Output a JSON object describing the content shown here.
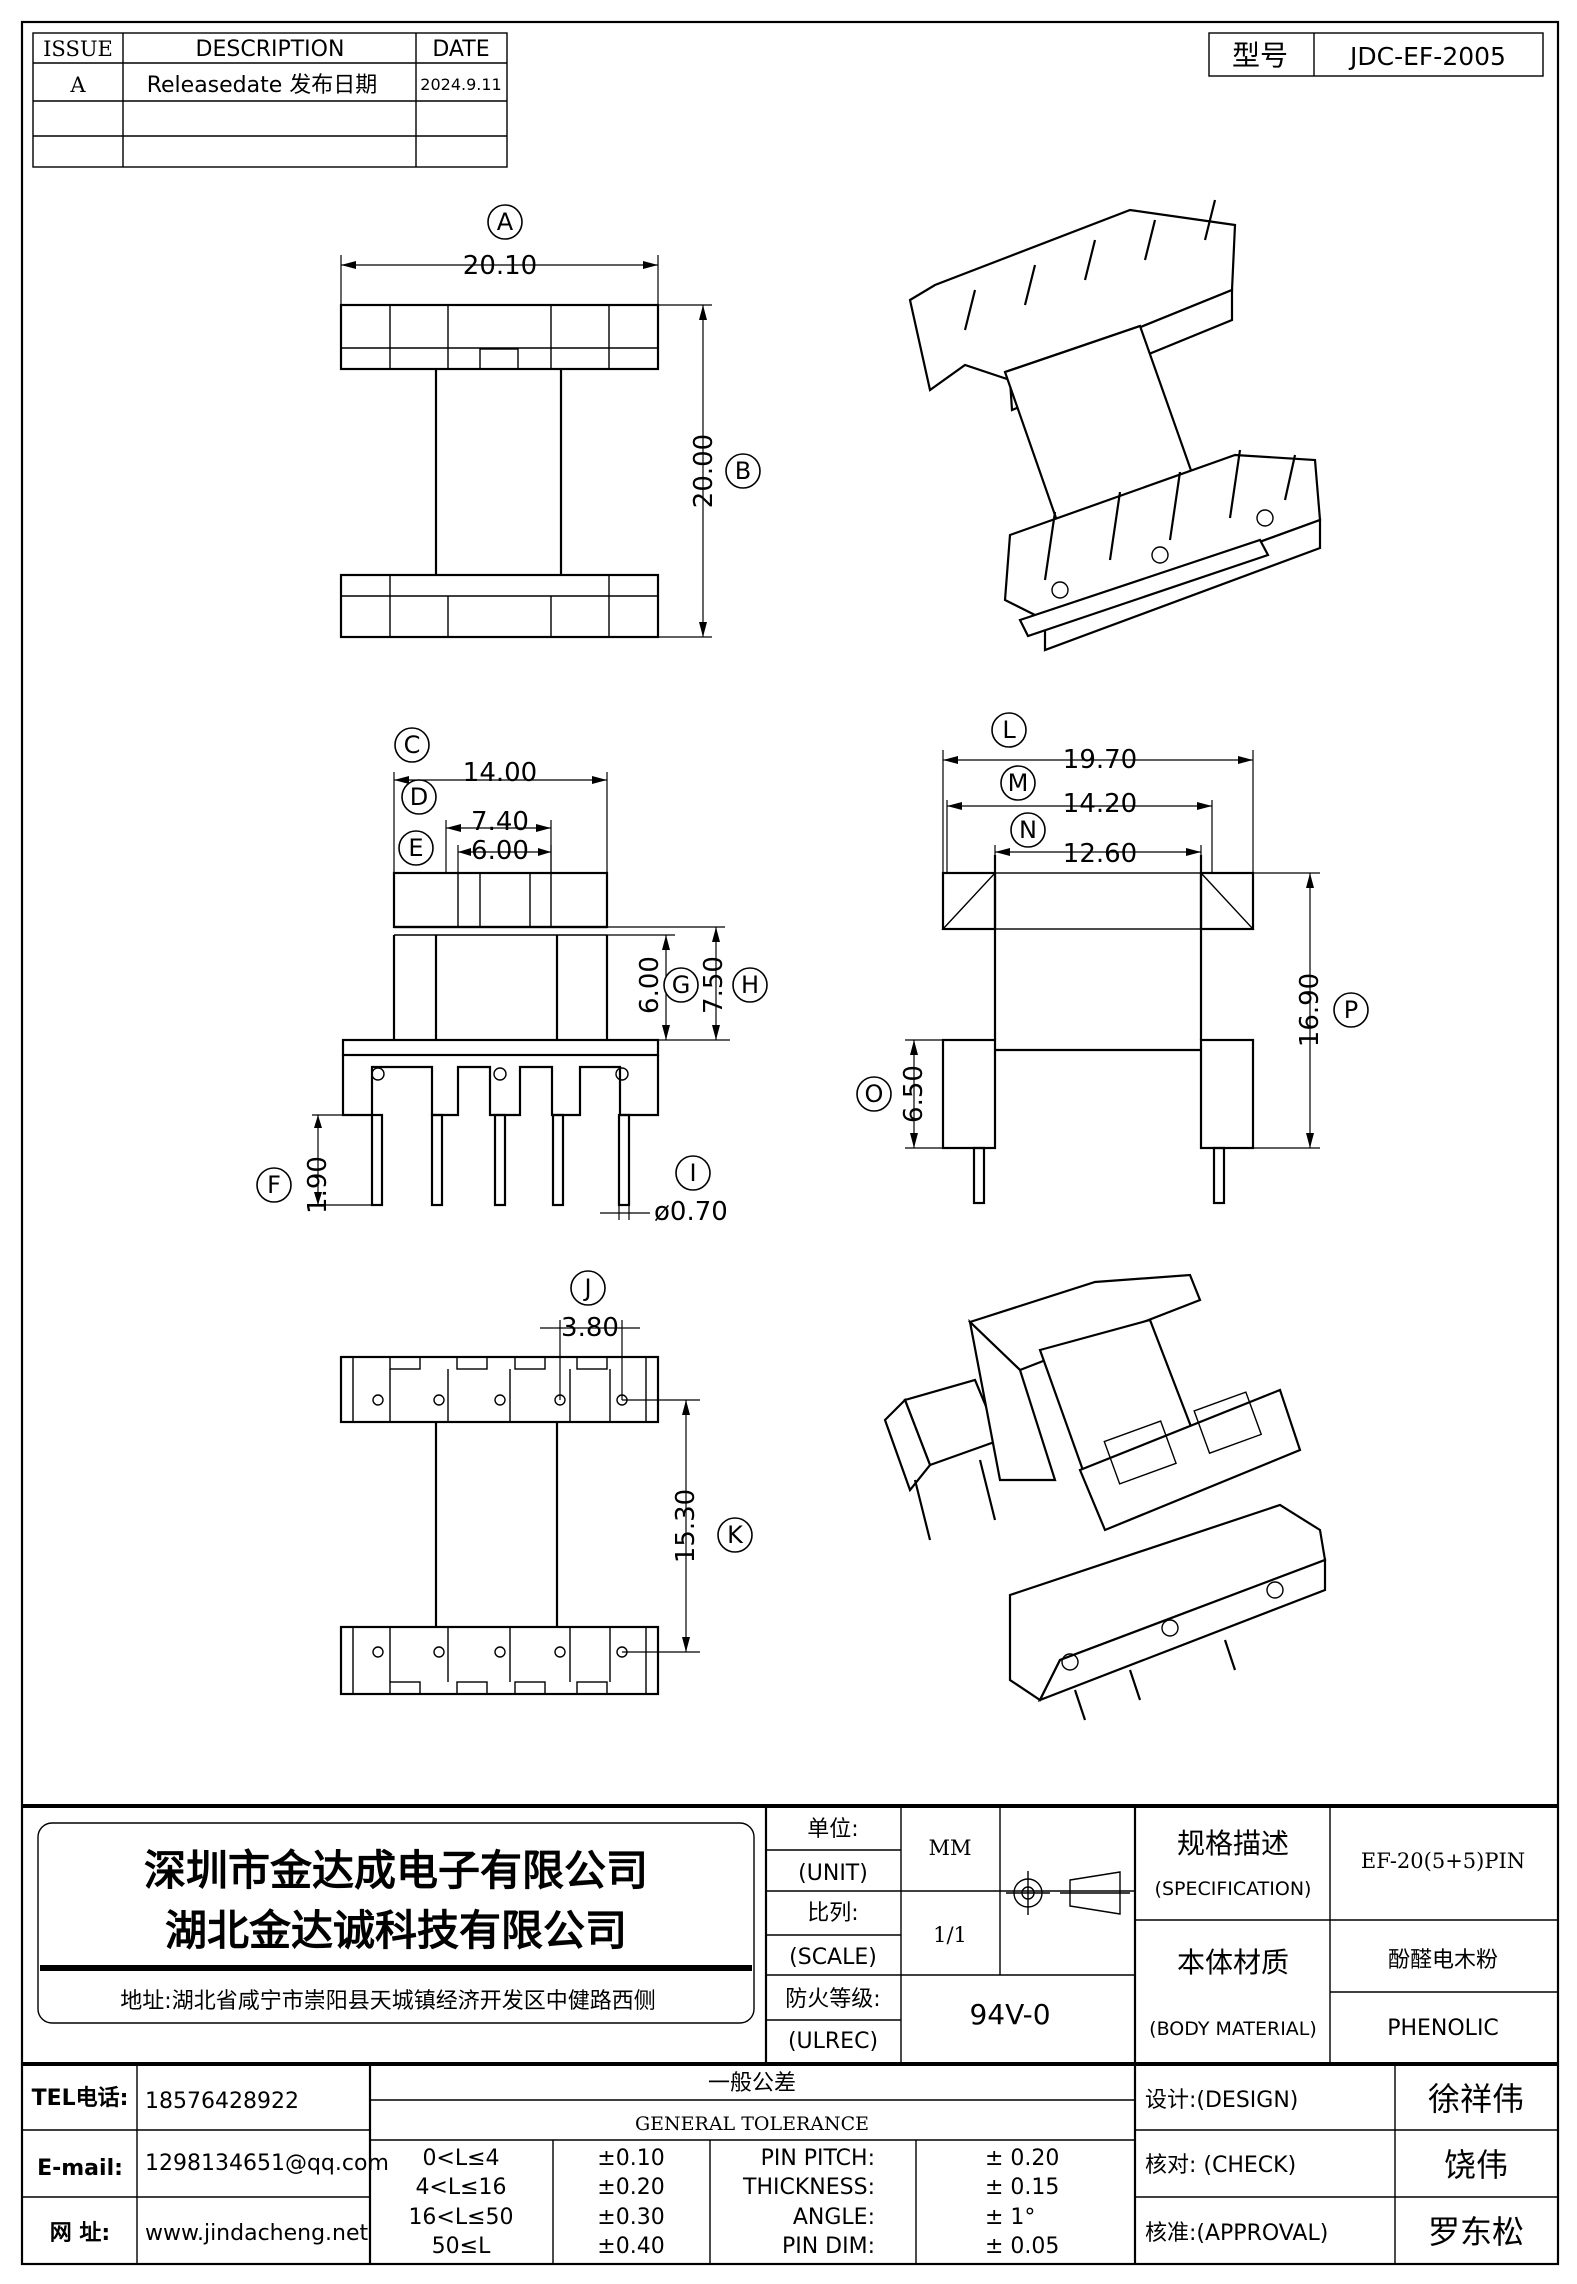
{
  "revision_table": {
    "headers": [
      "ISSUE",
      "DESCRIPTION",
      "DATE"
    ],
    "rows": [
      {
        "issue": "A",
        "description": "Releasedate 发布日期",
        "date": "2024.9.11"
      },
      {
        "issue": "",
        "description": "",
        "date": ""
      },
      {
        "issue": "",
        "description": "",
        "date": ""
      }
    ]
  },
  "model_box": {
    "label": "型号",
    "value": "JDC-EF-2005"
  },
  "dimensions": {
    "A": "20.10",
    "B": "20.00",
    "C": "14.00",
    "D": "7.40",
    "E": "6.00",
    "F": "1.90",
    "G": "6.00",
    "H": "7.50",
    "I": "ø0.70",
    "J": "3.80",
    "K": "15.30",
    "L": "19.70",
    "M": "14.20",
    "N": "12.60",
    "O": "6.50",
    "P": "16.90"
  },
  "company": {
    "name_1": "深圳市金达成电子有限公司",
    "name_2": "湖北金达诚科技有限公司",
    "address": "地址:湖北省咸宁市崇阳县天城镇经济开发区中健路西侧"
  },
  "specs": {
    "unit_label_cn": "单位:",
    "unit_label_en": "(UNIT)",
    "unit_value": "MM",
    "scale_label_cn": "比列:",
    "scale_label_en": "(SCALE)",
    "scale_value": "1/1",
    "ul_label_cn": "防火等级:",
    "ul_label_en": "(ULREC)",
    "ul_value": "94V-0",
    "spec_label_cn": "规格描述",
    "spec_label_en": "(SPECIFICATION)",
    "spec_value": "EF-20(5+5)PIN",
    "material_label_cn": "本体材质",
    "material_label_en": "(BODY MATERIAL)",
    "material_value_cn": "酚醛电木粉",
    "material_value_en": "PHENOLIC"
  },
  "contact": {
    "tel_label": "TEL电话:",
    "tel": "18576428922",
    "email_label": "E-mail:",
    "email": "1298134651@qq.com",
    "web_label": "网  址:",
    "web": "www.jindacheng.net"
  },
  "tolerance": {
    "title_cn": "一般公差",
    "title_en": "GENERAL TOLERANCE",
    "ranges": [
      {
        "range": "0<L≤4",
        "tol": "±0.10"
      },
      {
        "range": "4<L≤16",
        "tol": "±0.20"
      },
      {
        "range": "16<L≤50",
        "tol": "±0.30"
      },
      {
        "range": "50≤L",
        "tol": "±0.40"
      }
    ],
    "other": [
      {
        "name": "PIN PITCH:",
        "tol": "±  0.20"
      },
      {
        "name": "THICKNESS:",
        "tol": "±  0.15"
      },
      {
        "name": "ANGLE:",
        "tol": "±  1°"
      },
      {
        "name": "PIN DIM:",
        "tol": "±  0.05"
      }
    ]
  },
  "approvals": {
    "design_label": "设计:(DESIGN)",
    "design_name": "徐祥伟",
    "check_label": "核对: (CHECK)",
    "check_name": "饶伟",
    "approval_label": "核准:(APPROVAL)",
    "approval_name": "罗东松"
  }
}
